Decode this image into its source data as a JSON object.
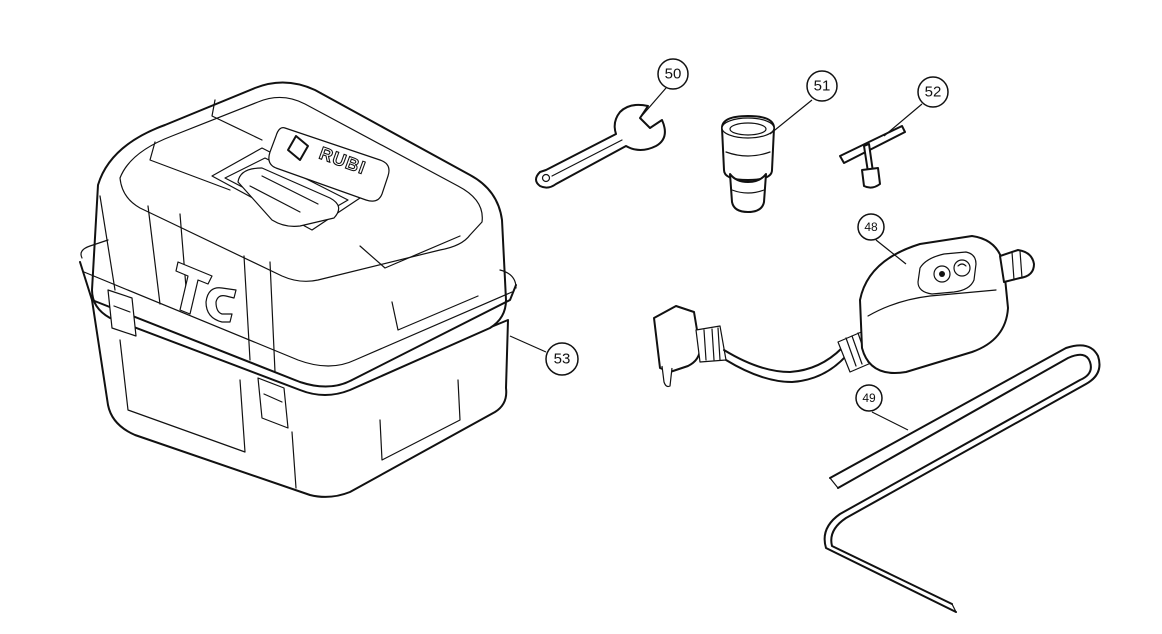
{
  "brand_label": "RUBI",
  "callouts": {
    "case": "53",
    "wrench": "50",
    "socket": "51",
    "key": "52",
    "protector": "48",
    "water_tube": "49"
  }
}
